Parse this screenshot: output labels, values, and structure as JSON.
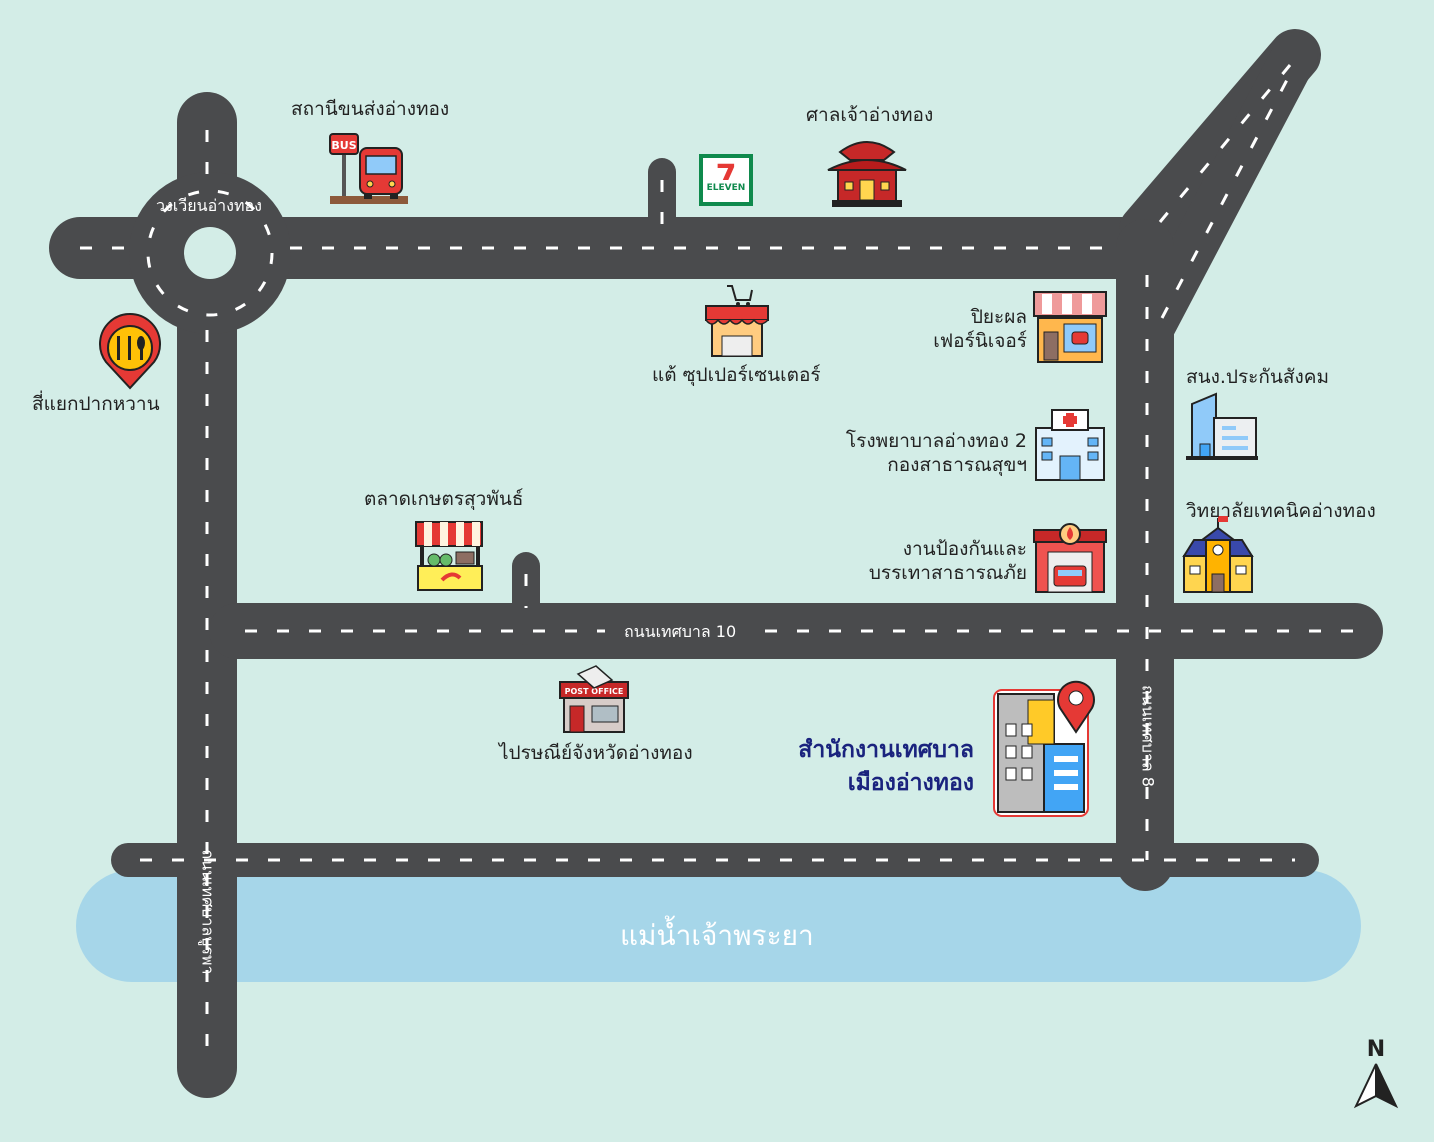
{
  "places": {
    "bus_station": "สถานีขนส่งอ่างทอง",
    "shrine": "ศาลเจ้าอ่างทอง",
    "roundabout": "วงเวียนอ่างทอง",
    "restaurant": "สี่แยกปากหวาน",
    "supermarket": "แต้ ซุปเปอร์เซนเตอร์",
    "furniture_line1": "ปิยะผล",
    "furniture_line2": "เฟอร์นิเจอร์",
    "social_security": "สนง.ประกันสังคม",
    "hospital_line1": "โรงพยาบาลอ่างทอง 2",
    "hospital_line2": "กองสาธารณสุขฯ",
    "college": "วิทยาลัยเทคนิคอ่างทอง",
    "market": "ตลาดเกษตรสุวพันธ์",
    "fire_line1": "งานป้องกันและ",
    "fire_line2": "บรรเทาสาธารณภัย",
    "post_office": "ไปรษณีย์จังหวัดอ่างทอง",
    "municipal_line1": "สำนักงานเทศบาล",
    "municipal_line2": "เมืองอ่างทอง"
  },
  "roads": {
    "thesaban10": "ถนนเทศบาล 10",
    "thesaban8": "ถนนเทศบาล 8",
    "west_road": "ถนนเทศบาลบูรพา"
  },
  "river": "แม่น้ำเจ้าพระยา",
  "icons": {
    "seven_eleven_text": "ELEVEN",
    "seven_eleven_digit": "7",
    "bus_sign": "BUS",
    "post_office_sign": "POST OFFICE"
  },
  "compass": "N",
  "colors": {
    "background": "#d3ede7",
    "road": "#4a4b4d",
    "river": "#a6d6e9",
    "main_label": "#1a237e"
  }
}
